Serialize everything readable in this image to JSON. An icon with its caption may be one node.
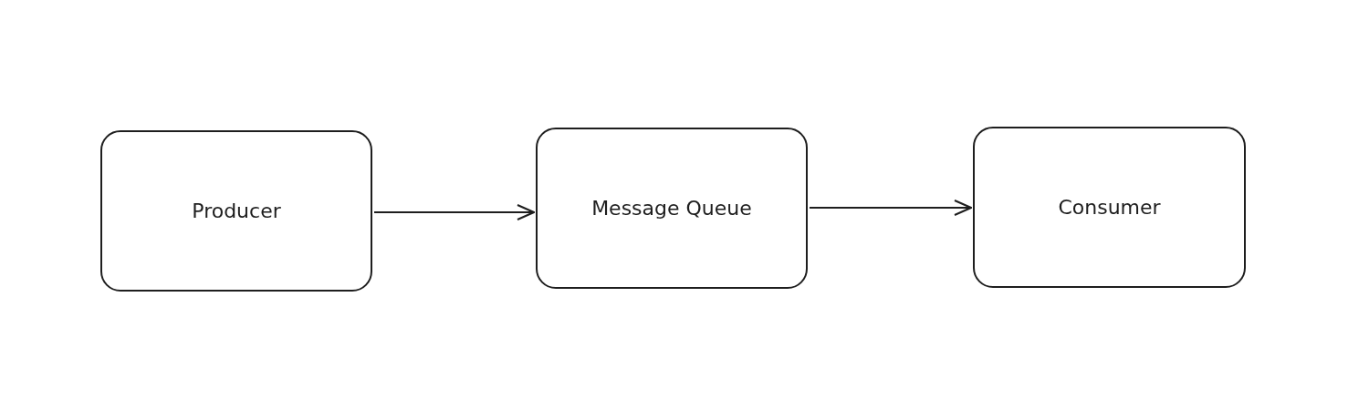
{
  "diagram": {
    "nodes": [
      {
        "text": [
          "Producer"
        ]
      },
      {
        "text": [
          "Message Queue"
        ]
      },
      {
        "text": [
          "Consumer"
        ]
      }
    ],
    "edges": [
      {
        "from": 0,
        "to": 1,
        "arrow": "to"
      },
      {
        "from": 1,
        "to": 2,
        "arrow": "to"
      }
    ]
  }
}
